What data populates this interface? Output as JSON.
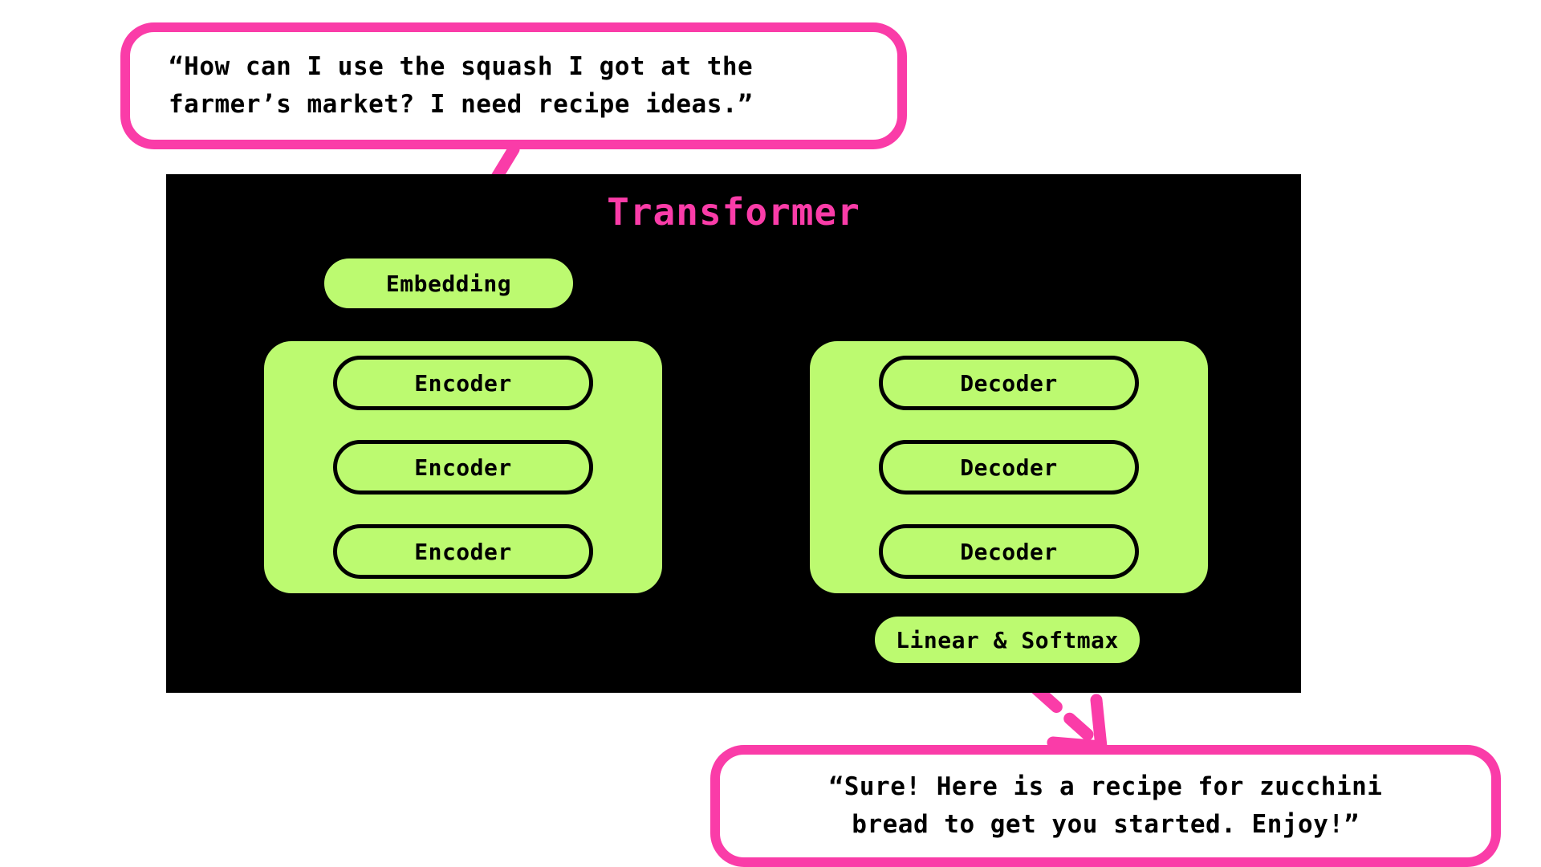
{
  "colors": {
    "pink": "#FA3CA8",
    "green": "#BCFA70",
    "panel_background": "#000000",
    "page_background": "#FFFFFF",
    "outline": "#000000"
  },
  "user_bubble": {
    "name": "user-prompt",
    "line1": "“How can I use the squash I got at the",
    "line2": "farmer’s market? I need recipe ideas.”"
  },
  "assistant_bubble": {
    "name": "assistant-response",
    "line1": "“Sure! Here is a recipe for zucchini",
    "line2": "bread to get you started. Enjoy!”"
  },
  "panel": {
    "title": "Transformer",
    "embedding": "Embedding",
    "encoders": [
      {
        "label": "Encoder"
      },
      {
        "label": "Encoder"
      },
      {
        "label": "Encoder"
      }
    ],
    "decoders": [
      {
        "label": "Decoder"
      },
      {
        "label": "Decoder"
      },
      {
        "label": "Decoder"
      }
    ],
    "output_head": "Linear & Softmax"
  },
  "arrows": [
    {
      "name": "arrow-input-to-embedding",
      "style": "dashed",
      "from": "user-prompt",
      "to": "embedding"
    },
    {
      "name": "arrow-encoders-to-decoders",
      "style": "dashed",
      "from": "encoder-stack",
      "to": "decoder-stack"
    },
    {
      "name": "arrow-softmax-to-output",
      "style": "dashed",
      "from": "linear-softmax",
      "to": "assistant-response"
    }
  ]
}
